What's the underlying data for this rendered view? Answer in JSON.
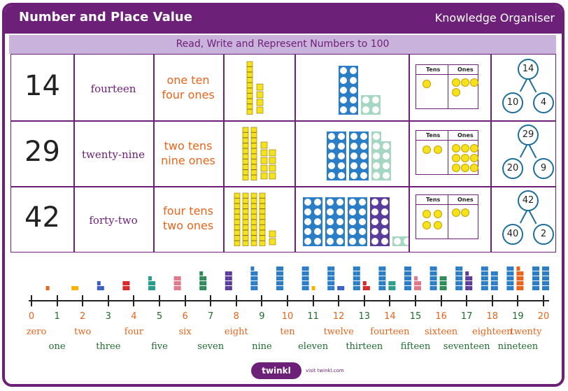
{
  "header": {
    "title": "Number and Place Value",
    "organiser": "Knowledge Organiser",
    "subtitle": "Read, Write and Represent Numbers to 100"
  },
  "rows": [
    {
      "num": "14",
      "word": "fourteen",
      "tens_line1": "one ten",
      "tens_line2": "four ones",
      "tens_count": 1,
      "ones_count": 4,
      "pv_header_tens": "Tens",
      "pv_header_ones": "Ones",
      "bond_top": "14",
      "bond_left": "10",
      "bond_right": "4"
    },
    {
      "num": "29",
      "word": "twenty-nine",
      "tens_line1": "two tens",
      "tens_line2": "nine ones",
      "tens_count": 2,
      "ones_count": 9,
      "pv_header_tens": "Tens",
      "pv_header_ones": "Ones",
      "bond_top": "29",
      "bond_left": "20",
      "bond_right": "9"
    },
    {
      "num": "42",
      "word": "forty-two",
      "tens_line1": "four tens",
      "tens_line2": "two ones",
      "tens_count": 4,
      "ones_count": 2,
      "pv_header_tens": "Tens",
      "pv_header_ones": "Ones",
      "bond_top": "42",
      "bond_left": "40",
      "bond_right": "2"
    }
  ],
  "numberline": {
    "numbers": [
      "0",
      "1",
      "2",
      "3",
      "4",
      "5",
      "6",
      "7",
      "8",
      "9",
      "10",
      "11",
      "12",
      "13",
      "14",
      "15",
      "16",
      "17",
      "18",
      "19",
      "20"
    ],
    "words": [
      "zero",
      "one",
      "two",
      "three",
      "four",
      "five",
      "six",
      "seven",
      "eight",
      "nine",
      "ten",
      "eleven",
      "twelve",
      "thirteen",
      "fourteen",
      "fifteen",
      "sixteen",
      "seventeen",
      "eighteen",
      "nineteen",
      "twenty"
    ]
  },
  "footer": {
    "logo": "twinkl",
    "visit": "visit twinkl.com"
  },
  "colors": {
    "purple": "#6d2077",
    "orange": "#e8641b",
    "green": "#1e6b2e",
    "blue": "#1d6f9a",
    "cube": "#f5e21b"
  }
}
